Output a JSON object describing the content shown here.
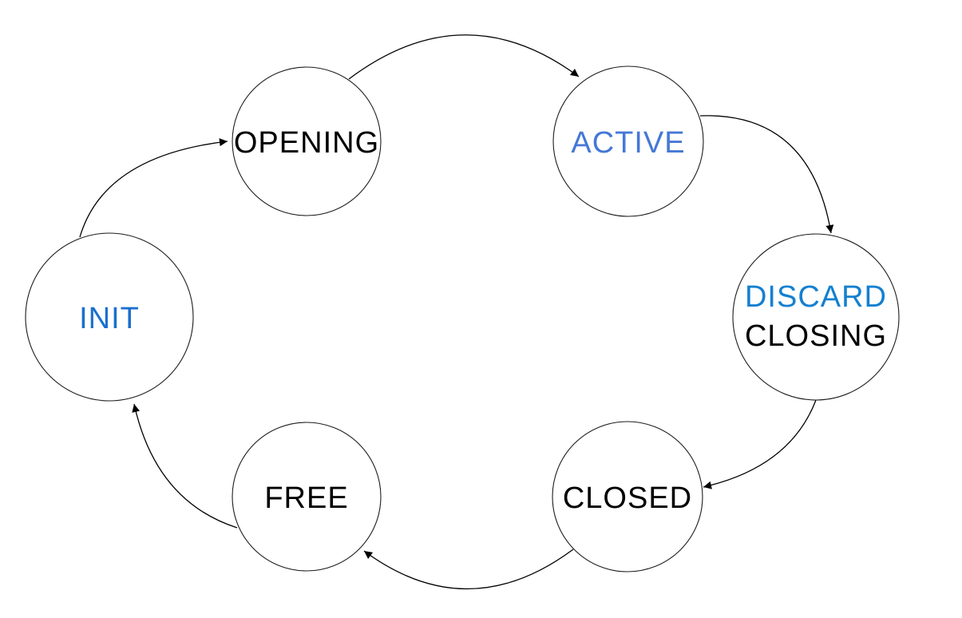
{
  "diagram": {
    "type": "state-machine-cycle",
    "background_color": "#ffffff",
    "node_outline_color": "#1c1c1c",
    "arrow_color": "#000000",
    "nodes": [
      {
        "id": "init",
        "lines": [
          {
            "text": "INIT",
            "color": "#1a6fd0"
          }
        ]
      },
      {
        "id": "opening",
        "lines": [
          {
            "text": "OPENING",
            "color": "#000000"
          }
        ]
      },
      {
        "id": "active",
        "lines": [
          {
            "text": "ACTIVE",
            "color": "#4678d5"
          }
        ]
      },
      {
        "id": "discard-closing",
        "lines": [
          {
            "text": "DISCARD",
            "color": "#1480d0"
          },
          {
            "text": "CLOSING",
            "color": "#000000"
          }
        ]
      },
      {
        "id": "closed",
        "lines": [
          {
            "text": "CLOSED",
            "color": "#000000"
          }
        ]
      },
      {
        "id": "free",
        "lines": [
          {
            "text": "FREE",
            "color": "#000000"
          }
        ]
      }
    ],
    "edges": [
      {
        "from": "init",
        "to": "opening"
      },
      {
        "from": "opening",
        "to": "active"
      },
      {
        "from": "active",
        "to": "discard-closing"
      },
      {
        "from": "discard-closing",
        "to": "closed"
      },
      {
        "from": "closed",
        "to": "free"
      },
      {
        "from": "free",
        "to": "init"
      }
    ]
  }
}
